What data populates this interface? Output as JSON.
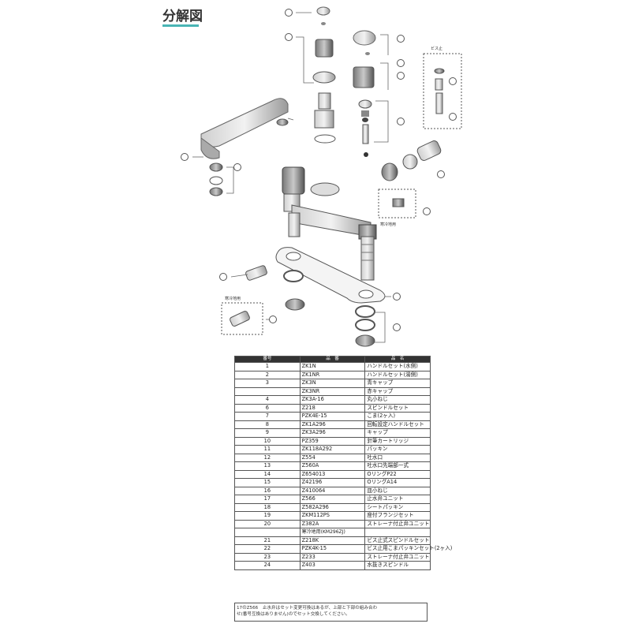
{
  "title": "分解図",
  "notes": {
    "screw_top": "ビス止",
    "cold_area_1": "寒冷地用",
    "cold_area_2": "寒冷地用"
  },
  "table": {
    "headers": [
      "番号",
      "品　番",
      "品　名"
    ],
    "rows": [
      {
        "no": "1",
        "code": "ZK1N",
        "name": "ハンドルセット(水側)"
      },
      {
        "no": "2",
        "code": "ZK1NR",
        "name": "ハンドルセット(湯側)"
      },
      {
        "no": "3",
        "code": "ZK3N",
        "name": "青キャップ"
      },
      {
        "no": "",
        "code": "ZK3NR",
        "name": "赤キャップ"
      },
      {
        "no": "4",
        "code": "ZK3A-16",
        "name": "丸小ねじ"
      },
      {
        "no": "6",
        "code": "Z218",
        "name": "スピンドルセット"
      },
      {
        "no": "7",
        "code": "PZK4E-15",
        "name": "こま(2ヶ入)"
      },
      {
        "no": "8",
        "code": "ZK1A296",
        "name": "回転設定ハンドルセット"
      },
      {
        "no": "9",
        "code": "ZK3A296",
        "name": "キャップ"
      },
      {
        "no": "10",
        "code": "PZ359",
        "name": "針筆カートリッジ"
      },
      {
        "no": "11",
        "code": "ZK118A292",
        "name": "パッキン"
      },
      {
        "no": "12",
        "code": "Z554",
        "name": "吐水口"
      },
      {
        "no": "13",
        "code": "Z560A",
        "name": "吐水口先端部一式"
      },
      {
        "no": "14",
        "code": "Z654013",
        "name": "OリングP22"
      },
      {
        "no": "15",
        "code": "Z42196",
        "name": "OリングA14"
      },
      {
        "no": "16",
        "code": "Z410064",
        "name": "皿小ねじ"
      },
      {
        "no": "17",
        "code": "Z566",
        "name": "止水弁ユニット"
      },
      {
        "no": "18",
        "code": "Z582A296",
        "name": "シートパッキン"
      },
      {
        "no": "19",
        "code": "ZKM112PS",
        "name": "座付フランジセット"
      },
      {
        "no": "20",
        "code": "Z382A",
        "name": "ストレーナ付止弁ユニット"
      },
      {
        "no": "",
        "code": "寒冷地用(KM296ZJ)",
        "name": "",
        "sub": true
      },
      {
        "no": "21",
        "code": "Z218K",
        "name": "ビス止式スピンドルセット"
      },
      {
        "no": "22",
        "code": "PZK4K-15",
        "name": "ビス止用こまパッキンセット(2ヶ入)"
      },
      {
        "no": "23",
        "code": "Z233",
        "name": "ストレーナ付止弁ユニット"
      },
      {
        "no": "24",
        "code": "Z403",
        "name": "水抜きスピンドル"
      }
    ]
  },
  "footnote": {
    "line1": "17のZ566　止水弁はセット変更可換はあるが、上部と下部の組み合わ",
    "line2": "せ(番号互換はありません)のでセット交換してください。"
  },
  "colors": {
    "accent": "#49b5b5",
    "header_bg": "#333333"
  }
}
